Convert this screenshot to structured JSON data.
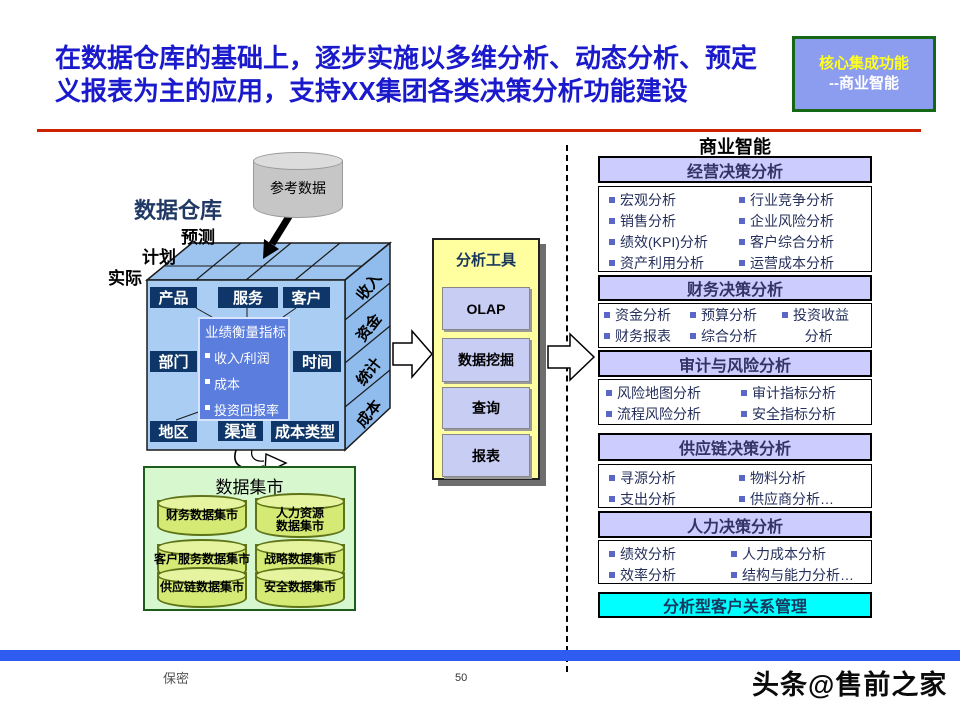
{
  "title": {
    "line1": "在数据仓库的基础上，逐步实施以多维分析、动态分析、预定",
    "line2": "义报表为主的应用，支持XX集团各类决策分析功能建设"
  },
  "corner_box": {
    "line1": "核心集成功能",
    "line2": "--商业智能"
  },
  "warehouse": {
    "label": "数据仓库",
    "reference_db": "参考数据",
    "layers": [
      "预测",
      "计划",
      "实际"
    ],
    "dims_top": [
      "产品",
      "服务",
      "客户"
    ],
    "dims_mid": [
      "部门",
      "时间"
    ],
    "dims_bottom": [
      "地区",
      "渠道",
      "成本类型"
    ],
    "side_labels": [
      "收入",
      "资金",
      "统计",
      "成本"
    ],
    "kpi_box": {
      "title": "业绩衡量指标",
      "items": [
        "收入/利润",
        "成本",
        "投资回报率"
      ]
    }
  },
  "datamart": {
    "title": "数据集市",
    "marts": [
      "财务数据集市",
      "人力资源\n数据集市",
      "客户服务数据集市",
      "战略数据集市",
      "供应链数据集市",
      "安全数据集市"
    ]
  },
  "tools": {
    "title": "分析工具",
    "items": [
      "OLAP",
      "数据挖掘",
      "查询",
      "报表"
    ]
  },
  "bi": {
    "title": "商业智能",
    "sections": [
      {
        "header": "经营决策分析",
        "col1": [
          "宏观分析",
          "销售分析",
          "绩效(KPI)分析",
          "资产利用分析"
        ],
        "col2": [
          "行业竞争分析",
          "企业风险分析",
          "客户综合分析",
          "运营成本分析"
        ]
      },
      {
        "header": "财务决策分析",
        "col1": [
          "资金分析",
          "财务报表"
        ],
        "col2": [
          "预算分析",
          "综合分析"
        ],
        "col3": [
          "投资收益\n   分析"
        ]
      },
      {
        "header": "审计与风险分析",
        "col1": [
          "风险地图分析",
          "流程风险分析"
        ],
        "col2": [
          "审计指标分析",
          "安全指标分析"
        ]
      },
      {
        "header": "供应链决策分析",
        "col1": [
          "寻源分析",
          "支出分析"
        ],
        "col2": [
          "物料分析",
          "供应商分析…"
        ]
      },
      {
        "header": "人力决策分析",
        "col1": [
          "绩效分析",
          "效率分析"
        ],
        "col2": [
          "人力成本分析",
          "结构与能力分析…"
        ]
      }
    ],
    "crm_bar": "分析型客户关系管理"
  },
  "footer": {
    "confidential": "保密",
    "page": "50",
    "watermark": "头条@售前之家"
  },
  "colors": {
    "title_blue": "#1a1acc",
    "accent_red": "#cc2200",
    "corner_bg": "#8c9cee",
    "corner_border": "#156815",
    "cube_blue": "#a9cdf3",
    "dim_navy": "#0e3668",
    "kpi_blue": "#5b7ddd",
    "tools_yellow": "#ffffa0",
    "button_lavender": "#c8cdf4",
    "bi_header_lavender": "#ccccff",
    "crm_cyan": "#00ffff",
    "datamart_green": "#d7f7cf",
    "cylinder_green": "#d4ea75",
    "footer_blue": "#2e5bf0"
  }
}
